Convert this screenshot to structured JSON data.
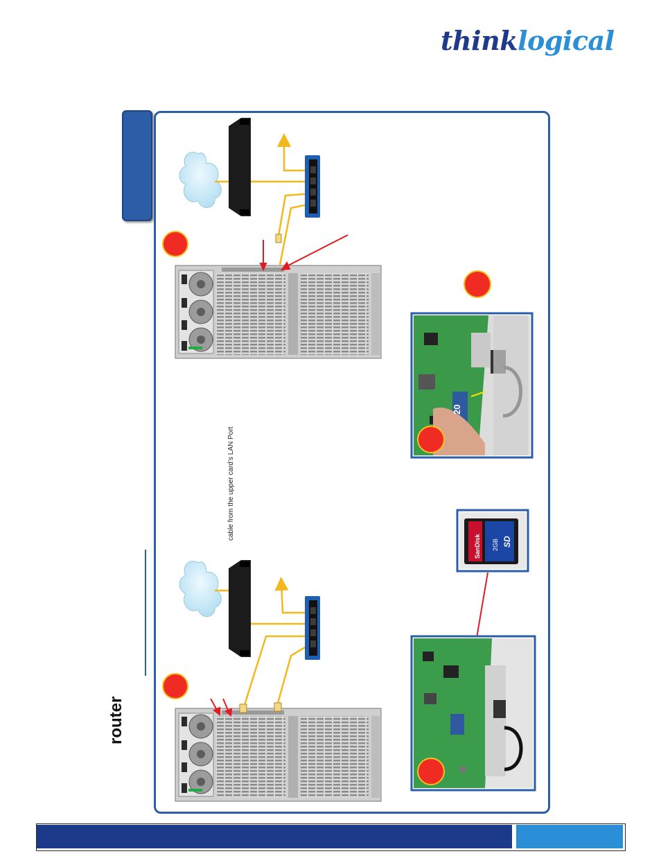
{
  "brand": {
    "part1": "think",
    "part2": "logical"
  },
  "heading": {
    "word": "router"
  },
  "caption": {
    "text": "cable from the upper card’s LAN Port"
  },
  "photos": {
    "sd_card": {
      "brand": "SanDisk",
      "capacity": "2GB",
      "logo": "SD"
    },
    "card_insert_label": "20"
  },
  "colors": {
    "accent": "#2b5ea7",
    "badge": "#ef2b23",
    "cable": "#f2b81c",
    "footer": "#1d3a8a",
    "footer_side": "#2a8fd6"
  }
}
